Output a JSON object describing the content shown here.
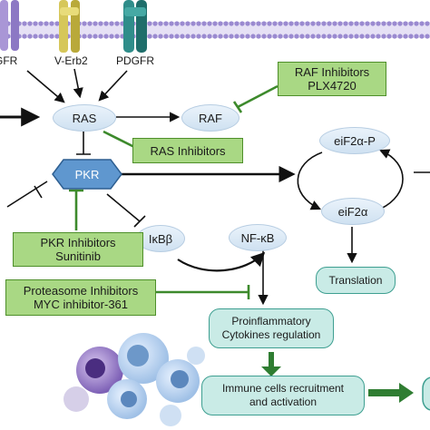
{
  "receptors": [
    "EGFR",
    "V-Erb2",
    "PDGFR"
  ],
  "nodes": {
    "ras": "RAS",
    "raf": "RAF",
    "pkr": "PKR",
    "ikb": "IκBβ",
    "nfkb": "NF-κB",
    "eif2a_p": "eiF2α-P",
    "eif2a": "eiF2α",
    "translation": "Translation",
    "cytokines_line1": "Proinflammatory",
    "cytokines_line2": "Cytokines regulation",
    "immune_line1": "Immune cells recruitment",
    "immune_line2": "and activation"
  },
  "inhibitors": {
    "raf_line1": "RAF Inhibitors",
    "raf_line2": "PLX4720",
    "ras": "RAS Inhibitors",
    "pkr_line1": "PKR Inhibitors",
    "pkr_line2": "Sunitinib",
    "proteasome_line1": "Proteasome Inhibitors",
    "proteasome_line2": "MYC inhibitor-361"
  },
  "colors": {
    "membrane": "#9a8ad0",
    "inhibitor_fill": "#a9d884",
    "inhibitor_border": "#4e8f2a",
    "inhibition_line": "#3d8a2c",
    "teal_fill": "#c9ebe6",
    "teal_border": "#3e9f91",
    "pkr_fill": "#5f97cf",
    "flow_arrow": "#2f7d32"
  }
}
